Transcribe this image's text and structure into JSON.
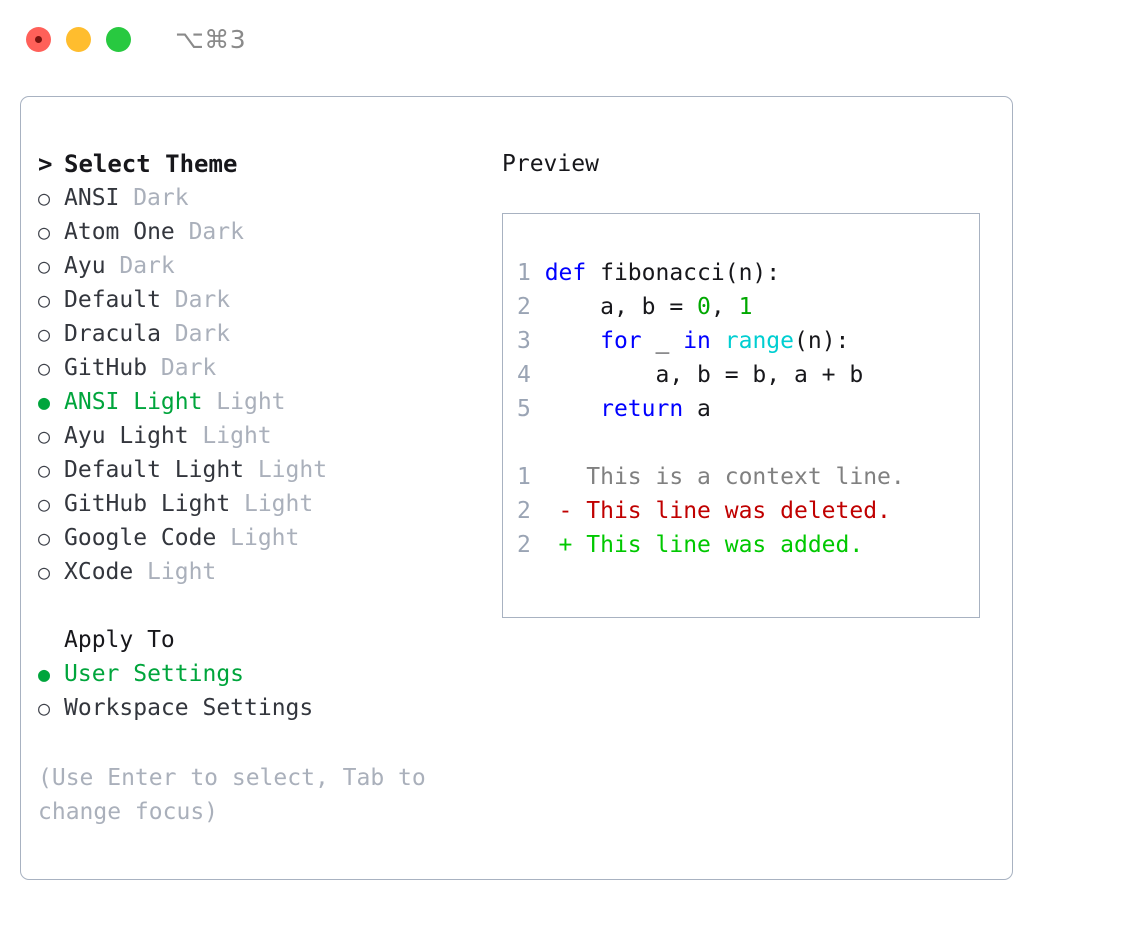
{
  "window": {
    "shortcut_label": "⌥⌘3",
    "traffic_lights": [
      "close-button",
      "minimize-button",
      "zoom-button"
    ]
  },
  "theme_picker": {
    "heading_caret": ">",
    "heading": "Select Theme",
    "bullet_unselected": "○",
    "bullet_selected": "●",
    "options": [
      {
        "name": "ANSI",
        "tag": "Dark",
        "selected": false
      },
      {
        "name": "Atom One",
        "tag": "Dark",
        "selected": false
      },
      {
        "name": "Ayu",
        "tag": "Dark",
        "selected": false
      },
      {
        "name": "Default",
        "tag": "Dark",
        "selected": false
      },
      {
        "name": "Dracula",
        "tag": "Dark",
        "selected": false
      },
      {
        "name": "GitHub",
        "tag": "Dark",
        "selected": false
      },
      {
        "name": "ANSI Light",
        "tag": "Light",
        "selected": true
      },
      {
        "name": "Ayu Light",
        "tag": "Light",
        "selected": false
      },
      {
        "name": "Default Light",
        "tag": "Light",
        "selected": false
      },
      {
        "name": "GitHub Light",
        "tag": "Light",
        "selected": false
      },
      {
        "name": "Google Code",
        "tag": "Light",
        "selected": false
      },
      {
        "name": "XCode",
        "tag": "Light",
        "selected": false
      }
    ]
  },
  "apply_to": {
    "title": "Apply To",
    "options": [
      {
        "name": "User Settings",
        "selected": true
      },
      {
        "name": "Workspace Settings",
        "selected": false
      }
    ]
  },
  "hint": "(Use Enter to select, Tab to change focus)",
  "preview": {
    "label": "Preview",
    "code_lines": [
      {
        "n": "1",
        "tokens": [
          {
            "t": "def ",
            "c": "kw"
          },
          {
            "t": "fibonacci(n):",
            "c": "fn"
          }
        ]
      },
      {
        "n": "2",
        "tokens": [
          {
            "t": "    a, b = ",
            "c": "plain"
          },
          {
            "t": "0",
            "c": "num"
          },
          {
            "t": ", ",
            "c": "plain"
          },
          {
            "t": "1",
            "c": "num"
          }
        ]
      },
      {
        "n": "3",
        "tokens": [
          {
            "t": "    ",
            "c": "plain"
          },
          {
            "t": "for",
            "c": "kw"
          },
          {
            "t": " _ ",
            "c": "plain"
          },
          {
            "t": "in",
            "c": "kw"
          },
          {
            "t": " ",
            "c": "plain"
          },
          {
            "t": "range",
            "c": "blt"
          },
          {
            "t": "(n):",
            "c": "plain"
          }
        ]
      },
      {
        "n": "4",
        "tokens": [
          {
            "t": "        a, b = b, a + b",
            "c": "plain"
          }
        ]
      },
      {
        "n": "5",
        "tokens": [
          {
            "t": "    ",
            "c": "plain"
          },
          {
            "t": "return",
            "c": "kw"
          },
          {
            "t": " a",
            "c": "plain"
          }
        ]
      }
    ],
    "diff_lines": [
      {
        "n": "1",
        "marker": " ",
        "text": "This is a context line.",
        "kind": "context"
      },
      {
        "n": "2",
        "marker": "-",
        "text": "This line was deleted.",
        "kind": "deleted"
      },
      {
        "n": "2",
        "marker": "+",
        "text": "This line was added.",
        "kind": "added"
      }
    ]
  },
  "colors": {
    "accent_green": "#00a53c",
    "muted": "#aab0bb",
    "line_number": "#9aa4b4",
    "keyword": "#0000ff",
    "builtin": "#00ced1",
    "number": "#00a800",
    "diff_deleted": "#c00000",
    "diff_added": "#00c800",
    "diff_context": "#808080",
    "border": "#a8b2c1",
    "text": "#33363d"
  }
}
